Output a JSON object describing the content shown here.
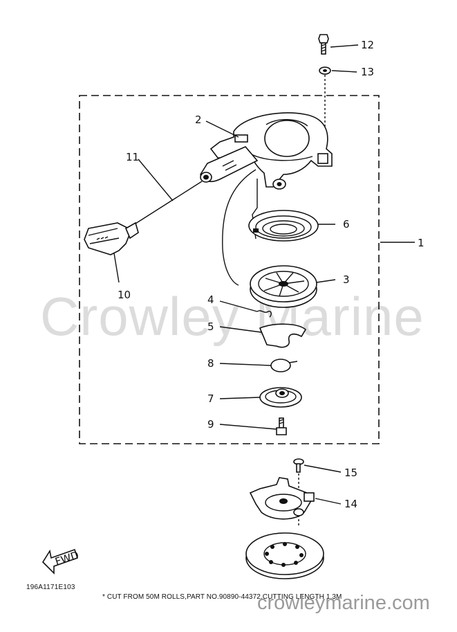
{
  "callouts": [
    {
      "id": "1",
      "label": "1"
    },
    {
      "id": "2",
      "label": "2"
    },
    {
      "id": "3",
      "label": "3"
    },
    {
      "id": "4",
      "label": "4"
    },
    {
      "id": "5",
      "label": "5"
    },
    {
      "id": "6",
      "label": "6"
    },
    {
      "id": "7",
      "label": "7"
    },
    {
      "id": "8",
      "label": "8"
    },
    {
      "id": "9",
      "label": "9"
    },
    {
      "id": "10",
      "label": "10"
    },
    {
      "id": "11",
      "label": "11"
    },
    {
      "id": "12",
      "label": "12"
    },
    {
      "id": "13",
      "label": "13"
    },
    {
      "id": "14",
      "label": "14"
    },
    {
      "id": "15",
      "label": "15"
    }
  ],
  "fwd_label": "FWD",
  "drawing_code": "196A1171E103",
  "footnote": "* CUT FROM 50M ROLLS,PART NO.90890-44372,CUTTING LENGTH 1.3M",
  "watermark": "Crowley Marine",
  "watermark_url": "crowleymarine.com"
}
